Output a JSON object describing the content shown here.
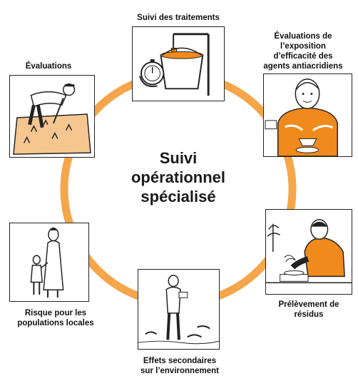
{
  "center": {
    "lines": [
      "Suivi",
      "opérationnel",
      "spécialisé"
    ]
  },
  "items": [
    {
      "lines": [
        "Suivi des traitements"
      ]
    },
    {
      "lines": [
        "Évaluations de",
        "l’exposition",
        "d’efficacité des",
        "agents antiacridiens"
      ]
    },
    {
      "lines": [
        "Prélèvement de",
        "résidus"
      ]
    },
    {
      "lines": [
        "Effets secondaires",
        "sur l’environnement"
      ]
    },
    {
      "lines": [
        "Risque pour les",
        "populations locales"
      ]
    },
    {
      "lines": [
        "Évaluations"
      ]
    }
  ],
  "colors": {
    "ring": "#F5A64A",
    "orange": "#F08A1C",
    "ink": "#222222"
  }
}
